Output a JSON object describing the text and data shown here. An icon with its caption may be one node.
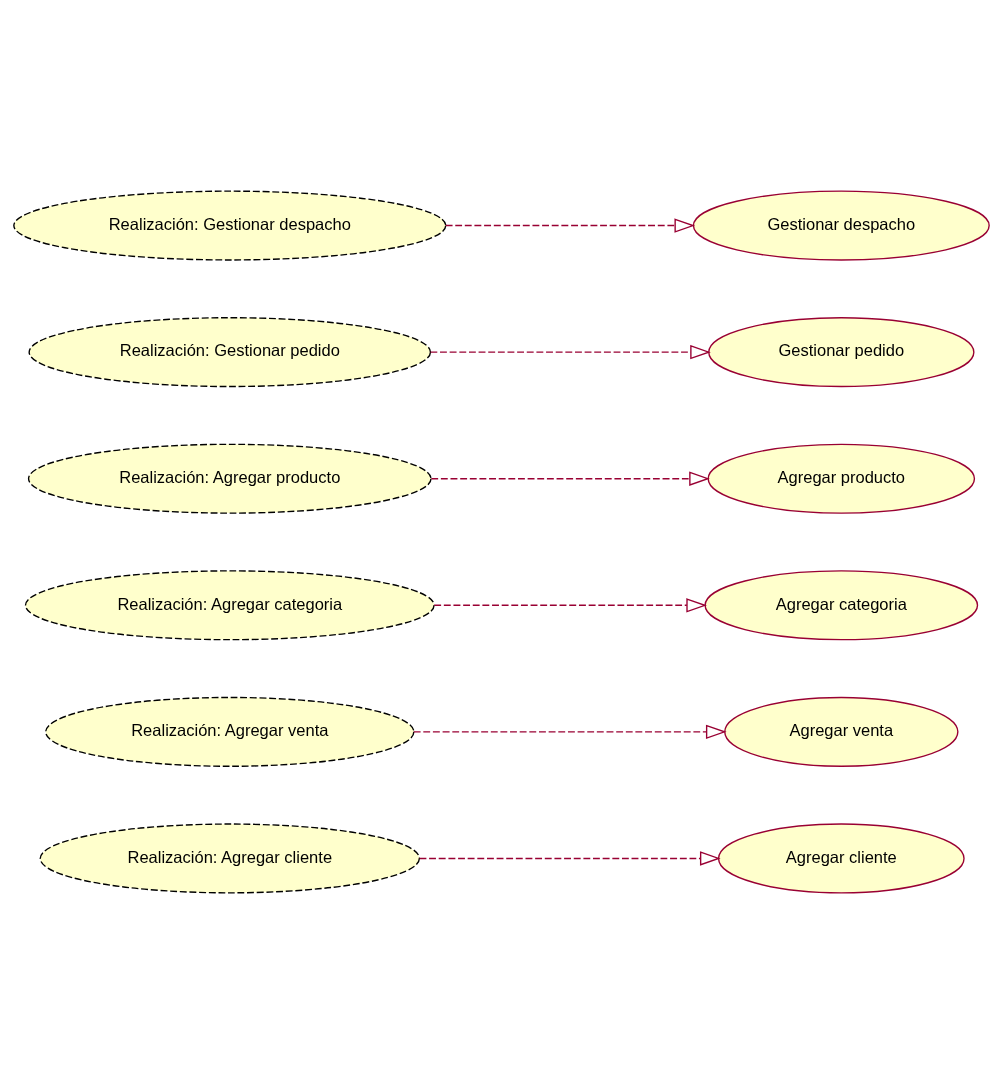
{
  "diagram": {
    "nodes": [
      {
        "text": [
          "Realización: Agregar cliente"
        ]
      },
      {
        "text": [
          "Agregar cliente"
        ]
      },
      {
        "text": [
          "Realización: Agregar venta"
        ]
      },
      {
        "text": [
          "Agregar venta"
        ]
      },
      {
        "text": [
          "Realización: Agregar categoria"
        ]
      },
      {
        "text": [
          "Agregar categoria"
        ]
      },
      {
        "text": [
          "Realización: Agregar producto"
        ]
      },
      {
        "text": [
          "Agregar producto"
        ]
      },
      {
        "text": [
          "Realización: Gestionar pedido"
        ]
      },
      {
        "text": [
          "Gestionar pedido"
        ]
      },
      {
        "text": [
          "Realización: Gestionar despacho"
        ]
      },
      {
        "text": [
          "Gestionar despacho"
        ]
      }
    ],
    "edges": [
      {
        "from": 0,
        "to": 1,
        "arrow": "to",
        "style": "dashed"
      },
      {
        "from": 2,
        "to": 3,
        "arrow": "to",
        "style": "dashed"
      },
      {
        "from": 4,
        "to": 5,
        "arrow": "to",
        "style": "dashed"
      },
      {
        "from": 6,
        "to": 7,
        "arrow": "to",
        "style": "dashed"
      },
      {
        "from": 8,
        "to": 9,
        "arrow": "to",
        "style": "dashed"
      },
      {
        "from": 10,
        "to": 11,
        "arrow": "to",
        "style": "dashed"
      }
    ]
  }
}
